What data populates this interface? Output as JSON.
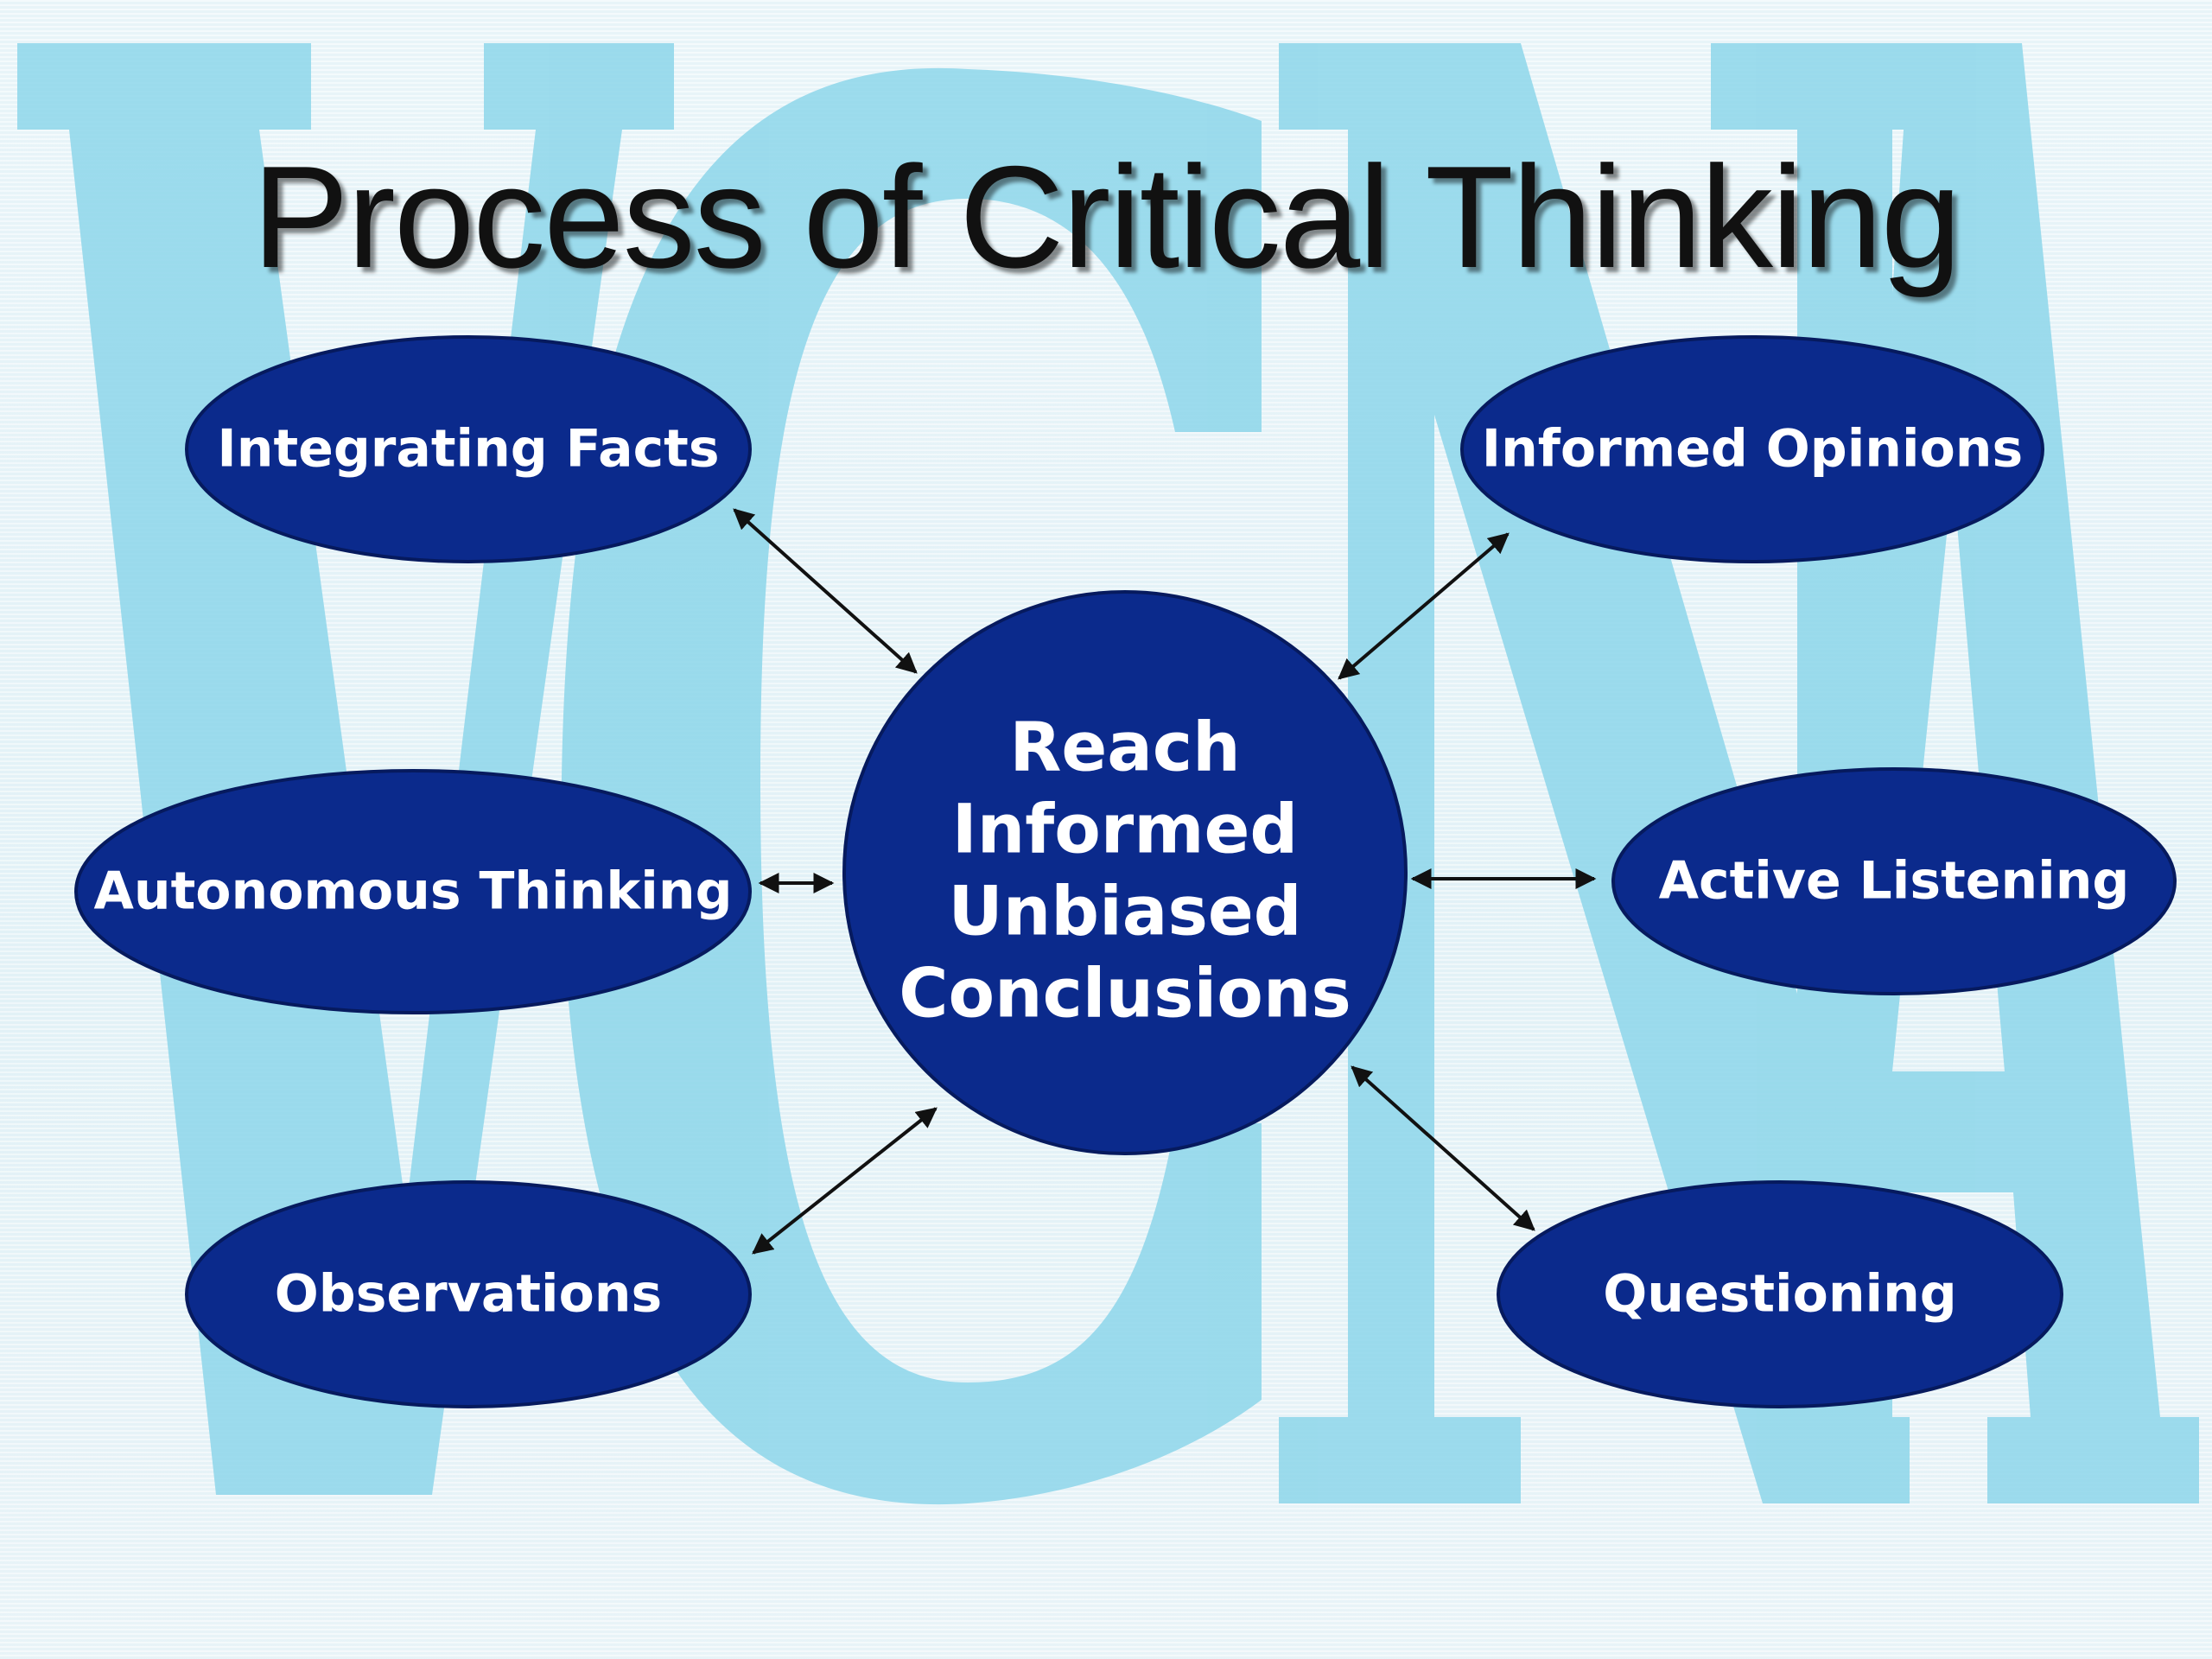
{
  "title": "Process of Critical Thinking",
  "watermark": "VCNA",
  "center": {
    "lines": [
      "Reach",
      "Informed",
      "Unbiased",
      "Conclusions"
    ]
  },
  "nodes": [
    {
      "label": "Integrating Facts"
    },
    {
      "label": "Informed Opinions"
    },
    {
      "label": "Autonomous Thinking"
    },
    {
      "label": "Active Listening"
    },
    {
      "label": "Observations"
    },
    {
      "label": "Questioning"
    }
  ],
  "colors": {
    "node_fill": "#0b2a8c",
    "node_text": "#ffffff",
    "watermark": "#8dd6ea",
    "arrow": "#111111",
    "title": "#111111"
  }
}
